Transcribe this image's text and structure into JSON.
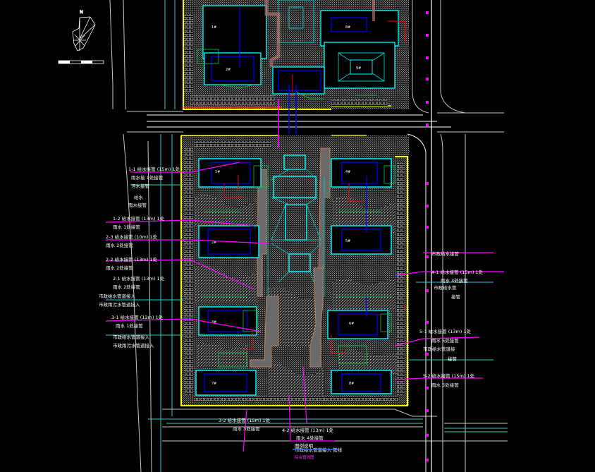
{
  "drawing": {
    "type": "CAD site plan - utility pipeline layout",
    "background": "#000000",
    "colors": {
      "road": "#c8c8c8",
      "site_boundary": "#ffff00",
      "building_outline": "#00ffff",
      "building_inner": "#0000ff",
      "landscape": "#00cc44",
      "pipe_main": "#ff00ff",
      "pipe_secondary": "#33cccc",
      "hatch": "#808080",
      "accent_red": "#ff0000",
      "text": "#ffffff"
    }
  },
  "north_arrow": {
    "label": "N"
  },
  "scale_bar": {
    "label": ""
  },
  "left_annotations": [
    {
      "code": "1-1",
      "text": "给水接管",
      "size": "(15m)",
      "note": "1处"
    },
    {
      "code": "",
      "text": "雨水接",
      "size": "",
      "note": "1处接管"
    },
    {
      "code": "",
      "text": "污水接管",
      "size": "",
      "note": ""
    },
    {
      "code": "",
      "text": "给水",
      "size": "",
      "note": ""
    },
    {
      "code": "",
      "text": "雨水接管",
      "size": "",
      "note": ""
    },
    {
      "code": "1-2",
      "text": "给水接管",
      "size": "(13m)",
      "note": "1处"
    },
    {
      "code": "",
      "text": "雨水",
      "size": "",
      "note": "1处接管"
    },
    {
      "code": "2-3",
      "text": "给水接管",
      "size": "(10m)",
      "note": "1处"
    },
    {
      "code": "",
      "text": "雨水",
      "size": "",
      "note": "2处接管"
    },
    {
      "code": "2-2",
      "text": "给水接管",
      "size": "(13m)",
      "note": "1处"
    },
    {
      "code": "",
      "text": "雨水",
      "size": "",
      "note": "2处接管"
    },
    {
      "code": "2-1",
      "text": "给水接管",
      "size": "(13m)",
      "note": "1处"
    },
    {
      "code": "",
      "text": "雨水",
      "size": "",
      "note": "2处接管"
    },
    {
      "code": "",
      "text": "市政给水管道接入",
      "size": "",
      "note": ""
    },
    {
      "code": "",
      "text": "市政雨污水管道接入",
      "size": "",
      "note": ""
    },
    {
      "code": "3-1",
      "text": "给水接管",
      "size": "(13m)",
      "note": "1处"
    },
    {
      "code": "",
      "text": "雨水",
      "size": "",
      "note": "1处接管"
    },
    {
      "code": "",
      "text": "市政给水管道接入",
      "size": "",
      "note": ""
    },
    {
      "code": "",
      "text": "市政雨污水管道接入",
      "size": "",
      "note": ""
    }
  ],
  "right_annotations": [
    {
      "code": "",
      "text": "市政给水接管",
      "size": "",
      "note": ""
    },
    {
      "code": "4-1",
      "text": "给水接管",
      "size": "(15m)",
      "note": "1处"
    },
    {
      "code": "",
      "text": "雨水",
      "size": "",
      "note": "4处接管"
    },
    {
      "code": "",
      "text": "市政给水管",
      "size": "",
      "note": ""
    },
    {
      "code": "",
      "text": "接管",
      "size": "",
      "note": ""
    },
    {
      "code": "5-1",
      "text": "给水接管",
      "size": "(13m)",
      "note": "1处"
    },
    {
      "code": "",
      "text": "雨水",
      "size": "",
      "note": "5处接管"
    },
    {
      "code": "",
      "text": "市政给水管道接",
      "size": "",
      "note": ""
    },
    {
      "code": "",
      "text": "接管",
      "size": "",
      "note": ""
    },
    {
      "code": "5-2",
      "text": "给水接管",
      "size": "(15m)",
      "note": "1处"
    },
    {
      "code": "",
      "text": "雨水",
      "size": "",
      "note": "5处接管"
    }
  ],
  "bottom_annotations": [
    {
      "code": "3-2",
      "text": "给水接管",
      "size": "(15m)",
      "note": "1处"
    },
    {
      "code": "",
      "text": "雨水",
      "size": "",
      "note": "3处接管"
    },
    {
      "code": "4-2",
      "text": "给水接管",
      "size": "(13m)",
      "note": "1处"
    },
    {
      "code": "",
      "text": "雨水",
      "size": "",
      "note": "4处接管"
    },
    {
      "code": "",
      "text": "市政给水管道接入",
      "size": "",
      "note": "管线"
    }
  ],
  "legend_title": "图例说明",
  "legend_note": "综合管线图"
}
